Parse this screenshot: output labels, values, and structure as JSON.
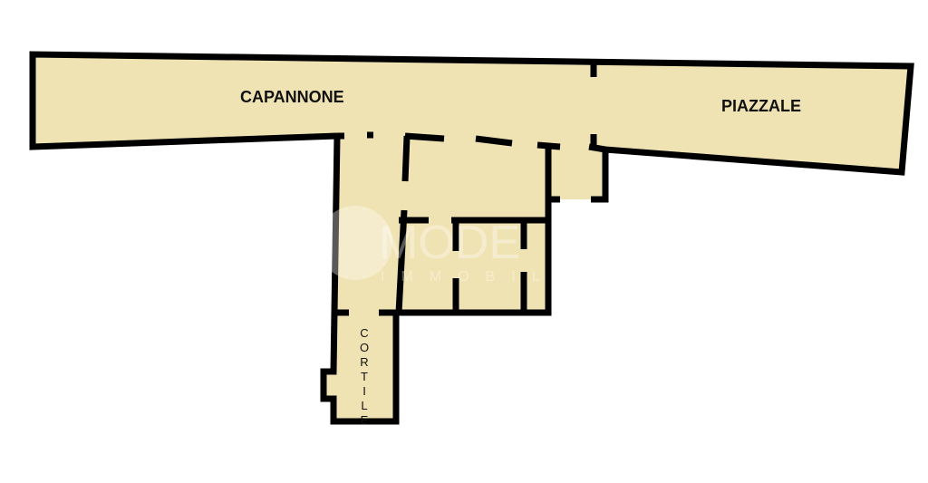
{
  "floorplan": {
    "rooms": [
      {
        "id": "capannone",
        "label": "CAPANNONE"
      },
      {
        "id": "piazzale",
        "label": "PIAZZALE"
      },
      {
        "id": "cortile",
        "label": "CORTILE"
      }
    ],
    "watermark": {
      "line1": "MODE",
      "line2": "IMMOBILI"
    },
    "colors": {
      "floor": "#f0e3b3",
      "wall": "#000000",
      "background": "#ffffff"
    }
  }
}
